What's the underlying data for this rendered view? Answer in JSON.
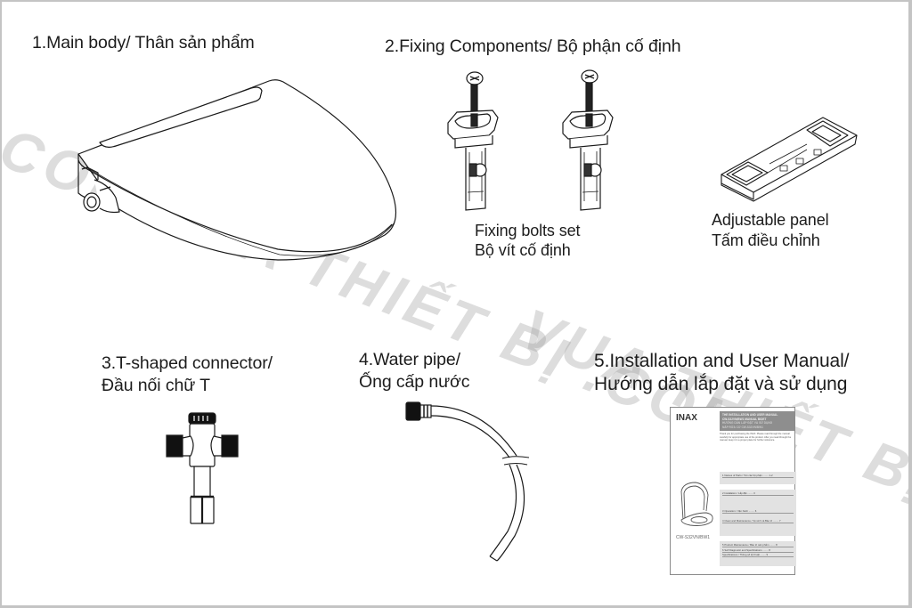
{
  "sections": {
    "main_body": {
      "title": "1.Main body/ Thân sản phẩm"
    },
    "fixing_components": {
      "title": "2.Fixing Components/ Bộ phận cố định",
      "bolts_label_en": "Fixing bolts set",
      "bolts_label_vi": "Bộ vít cố định",
      "panel_label_en": "Adjustable panel",
      "panel_label_vi": "Tấm điều chỉnh"
    },
    "t_connector": {
      "title_en": "3.T-shaped connector/",
      "title_vi": "Đầu nối chữ T"
    },
    "water_pipe": {
      "title_en": "4.Water pipe/",
      "title_vi": "Ống cấp nước"
    },
    "manual": {
      "title_en": "5.Installation and User Manual/",
      "title_vi": "Hướng dẫn lắp đặt và sử dụng",
      "brand": "INAX",
      "header_line1": "THE INSTALLATION AND USER MANUAL",
      "header_line2": "CW-S32VN/BW1 MANUAL BIDET",
      "header_line3": "HƯỚNG DẪN LẮP ĐẶT VÀ SỬ DỤNG",
      "header_line4": "NẮP RỬA CƠ CW-S32VN/BW1",
      "intro": "Thank you for purchasing the INAX. Please read through the manual carefully for appropriate use of the product. After you read through the manual, keep it in a proper place for further reference.",
      "toc_1": "1  Names of Parts / Tên các bộ phận ........ 1-2",
      "toc_2": "2  Installation / Lắp đặt ........ 3",
      "toc_3": "3  Operation / Vận hành ........ 6",
      "toc_4": "4  Clean and Maintenance / Vệ sinh và Bảo trì ........ 7",
      "toc_5": "5  Product Maintenance / Bảo trì sản phẩm ........ 8",
      "toc_6": "6  Self Diagnostic and Specifications ........ 8",
      "toc_7": "Specifications / Thông số kỹ thuật ........ 9",
      "model": "CW-S32VN/BW1"
    }
  },
  "watermark": {
    "line1": ".COM VUA THIẾT BỊ .COM",
    "line2": "VUA THIẾT BỊ .CO"
  },
  "colors": {
    "frame": "#c4c4c4",
    "background": "#ffffff",
    "ink": "#1c1c1c",
    "watermark": "#969696"
  }
}
